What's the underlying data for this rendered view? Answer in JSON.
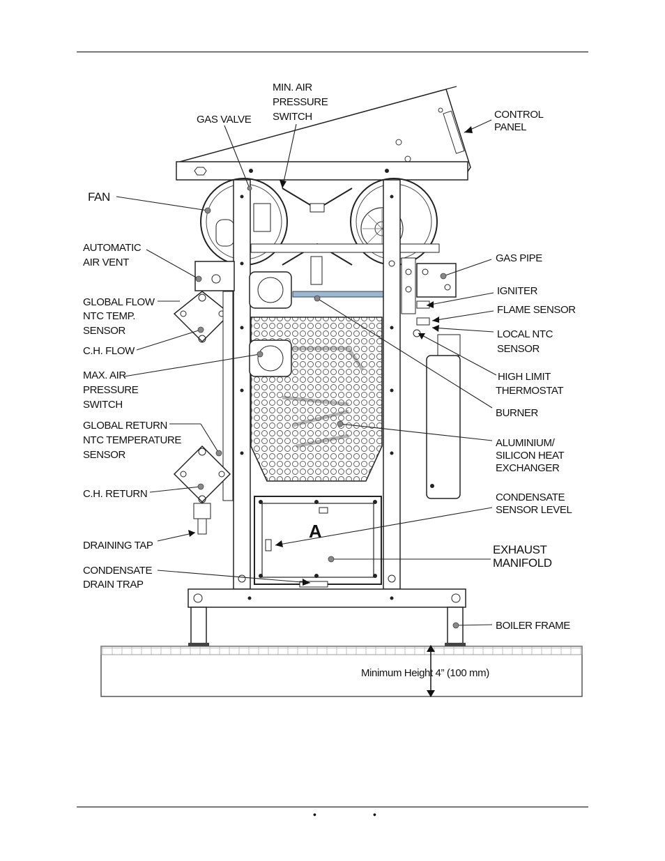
{
  "labels": {
    "min_air": [
      "MIN. AIR",
      "PRESSURE",
      "SWITCH"
    ],
    "gas_valve": [
      "GAS VALVE"
    ],
    "control_panel": [
      "CONTROL",
      "PANEL"
    ],
    "fan": [
      "FAN"
    ],
    "automatic_air_vent": [
      "AUTOMATIC",
      "AIR VENT"
    ],
    "gas_pipe": [
      "GAS PIPE"
    ],
    "global_flow": [
      "GLOBAL FLOW",
      "NTC TEMP.",
      "SENSOR"
    ],
    "igniter": [
      "IGNITER"
    ],
    "flame_sensor": [
      "FLAME SENSOR"
    ],
    "local_ntc": [
      "LOCAL NTC",
      "SENSOR"
    ],
    "ch_flow": [
      "C.H. FLOW"
    ],
    "high_limit": [
      "HIGH LIMIT",
      "THERMOSTAT"
    ],
    "max_air": [
      "MAX. AIR",
      "PRESSURE",
      "SWITCH"
    ],
    "burner": [
      "BURNER"
    ],
    "global_return": [
      "GLOBAL RETURN",
      "NTC TEMPERATURE",
      "SENSOR"
    ],
    "heat_exchanger": [
      "ALUMINIUM/",
      "SILICON HEAT",
      "EXCHANGER"
    ],
    "ch_return": [
      "C.H. RETURN"
    ],
    "condensate_sensor": [
      "CONDENSATE",
      "SENSOR LEVEL"
    ],
    "draining_tap": [
      "DRAINING TAP"
    ],
    "exhaust_manifold": [
      "EXHAUST",
      "MANIFOLD"
    ],
    "condensate_drain": [
      "CONDENSATE",
      "DRAIN TRAP"
    ],
    "boiler_frame": [
      "BOILER FRAME"
    ],
    "minimum_height": [
      "Minimum Height 4” (100 mm)"
    ],
    "access_a": [
      "A"
    ]
  },
  "footer": {
    "dot_1": "•",
    "dot_2": "•"
  }
}
